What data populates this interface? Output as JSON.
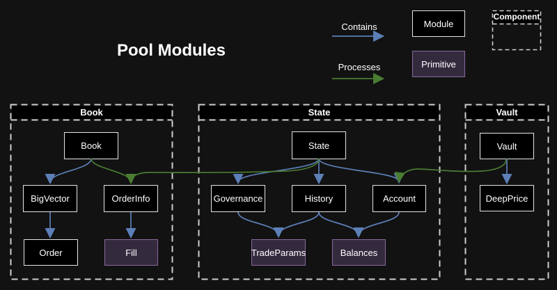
{
  "page": {
    "title": "Pool Modules",
    "background": "#121212"
  },
  "legend": {
    "contains": {
      "label": "Contains",
      "color": "#5c7fb8"
    },
    "processes": {
      "label": "Processes",
      "color": "#4a7d33"
    },
    "module": {
      "label": "Module",
      "fill": "#000000",
      "border": "#e6e6e6"
    },
    "primitive": {
      "label": "Primitive",
      "fill": "#342a3e",
      "border": "#8a6a9e"
    },
    "component": {
      "label": "Component"
    }
  },
  "containers": {
    "book": {
      "title": "Book",
      "nodes": {
        "book": "Book",
        "bigvector": "BigVector",
        "orderinfo": "OrderInfo",
        "order": "Order",
        "fill": "Fill"
      }
    },
    "state": {
      "title": "State",
      "nodes": {
        "state": "State",
        "governance": "Governance",
        "history": "History",
        "account": "Account",
        "tradeparams": "TradeParams",
        "balances": "Balances"
      }
    },
    "vault": {
      "title": "Vault",
      "nodes": {
        "vault": "Vault",
        "deepprice": "DeepPrice"
      }
    }
  },
  "edges": [
    {
      "from": "Book",
      "to": "BigVector",
      "type": "contains"
    },
    {
      "from": "Book",
      "to": "OrderInfo",
      "type": "processes"
    },
    {
      "from": "BigVector",
      "to": "Order",
      "type": "contains"
    },
    {
      "from": "OrderInfo",
      "to": "Fill",
      "type": "contains"
    },
    {
      "from": "State",
      "to": "Governance",
      "type": "contains"
    },
    {
      "from": "State",
      "to": "History",
      "type": "contains"
    },
    {
      "from": "State",
      "to": "Account",
      "type": "contains"
    },
    {
      "from": "State",
      "to": "OrderInfo",
      "type": "processes"
    },
    {
      "from": "Governance",
      "to": "TradeParams",
      "type": "contains"
    },
    {
      "from": "History",
      "to": "TradeParams",
      "type": "contains"
    },
    {
      "from": "History",
      "to": "Balances",
      "type": "contains"
    },
    {
      "from": "Account",
      "to": "Balances",
      "type": "contains"
    },
    {
      "from": "Vault",
      "to": "DeepPrice",
      "type": "contains"
    },
    {
      "from": "Vault",
      "to": "Account",
      "type": "processes"
    }
  ]
}
